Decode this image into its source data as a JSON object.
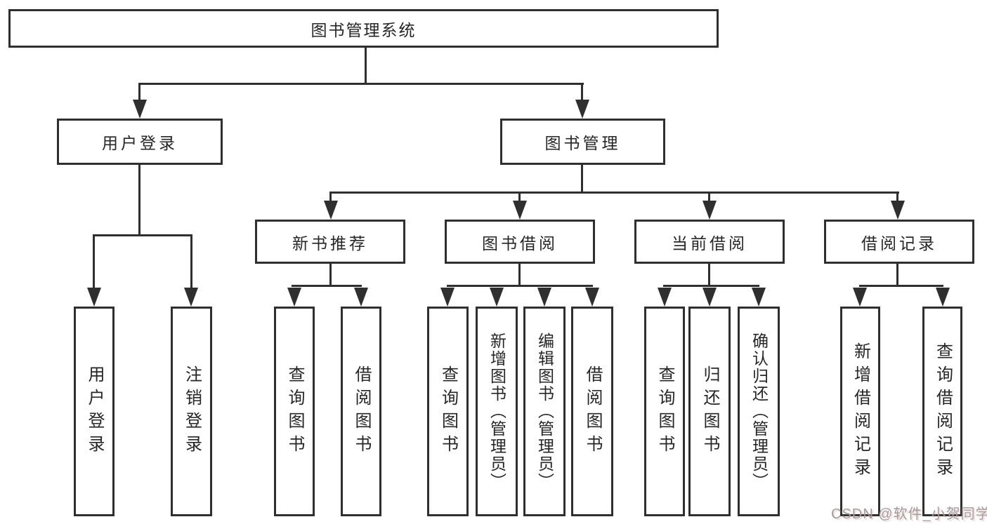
{
  "watermark": "CSDN @软件_小贺同学",
  "tree": {
    "root": "图书管理系统",
    "branches": [
      {
        "label": "用户登录",
        "children": [
          "用户登录",
          "注销登录"
        ]
      },
      {
        "label": "图书管理",
        "groups": [
          {
            "label": "新书推荐",
            "children": [
              "查询图书",
              "借阅图书"
            ]
          },
          {
            "label": "图书借阅",
            "children": [
              "查询图书",
              "新增图书（管理员）",
              "编辑图书（管理员）",
              "借阅图书"
            ]
          },
          {
            "label": "当前借阅",
            "children": [
              "查询图书",
              "归还图书",
              "确认归还（管理员）"
            ]
          },
          {
            "label": "借阅记录",
            "children": [
              "新增借阅记录",
              "查询借阅记录"
            ]
          }
        ]
      }
    ]
  }
}
